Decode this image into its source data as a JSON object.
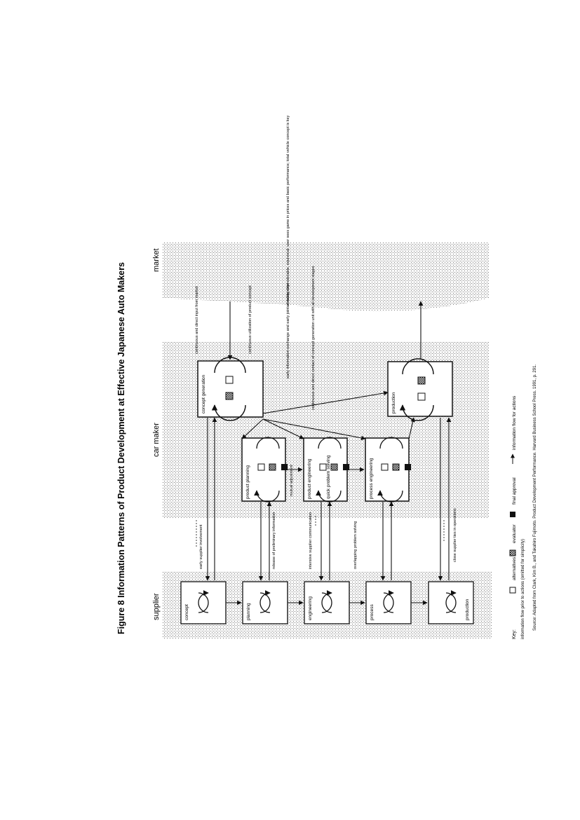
{
  "figure": {
    "title": "Figure 8  Information Patterns of Product Development at Effective Japanese Auto Makers",
    "source": "Source: Adapted from Clark, Kim B., and Takahiro Fujimoto. Product Development Performance. Harvard Business School Press. 1991, p. 291."
  },
  "regions": {
    "supplier": "supplier",
    "car_maker": "car maker",
    "market": "market"
  },
  "supplier_boxes": [
    "concept",
    "planning",
    "engineering",
    "process",
    "production"
  ],
  "carmaker_boxes": {
    "concept": "concept generation",
    "planning": "product planning",
    "engineering": "product engineering",
    "quick": "quick problem solving",
    "process": "process engineering",
    "production": "production"
  },
  "annotations": {
    "early_supplier": "early supplier involvement",
    "release_info": "release of preliminary information",
    "intensive_supplier": "intensive supplier communication",
    "overlapping": "overlapping problem solving",
    "close_supplier": "close supplier ties in operations",
    "mutual": "mutual adjustment",
    "market_input": "continuous and direct input from market",
    "utilization": "continuous utilization of product concept",
    "early_info": "early information exchange and early joint of recognition",
    "continuous_contact": "continuous and direct contact of concept generation unit with all development stages",
    "market_notes": "unstable, unpredictable, equivocal; user sees game in prices and basic performance; total vehicle concept is key"
  },
  "key": {
    "label": "Key:",
    "alternatives": "alternatives",
    "evaluator": "evaluator",
    "final": "final approval",
    "flow_actions": "information flow for actions",
    "flow_prior": "information flow prior to actions (omitted for simplicity)"
  },
  "colors": {
    "stipple": "#b5b5b5",
    "ink": "#111111",
    "background": "#ffffff"
  }
}
